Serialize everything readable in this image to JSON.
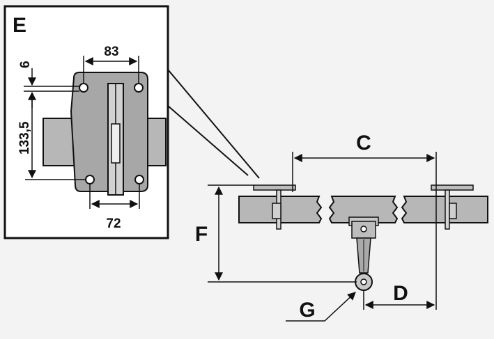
{
  "inset": {
    "label": "E",
    "dims": {
      "top_width": "83",
      "offset": "6",
      "height": "133,5",
      "bottom_width": "72"
    }
  },
  "main": {
    "labels": {
      "C": "C",
      "D": "D",
      "F": "F",
      "G": "G"
    }
  },
  "colors": {
    "background": "#f3f3f3",
    "stroke": "#111111",
    "panel": "#a9a9a9",
    "beam": "#b7b7b7",
    "inset_bg": "#ffffff"
  }
}
